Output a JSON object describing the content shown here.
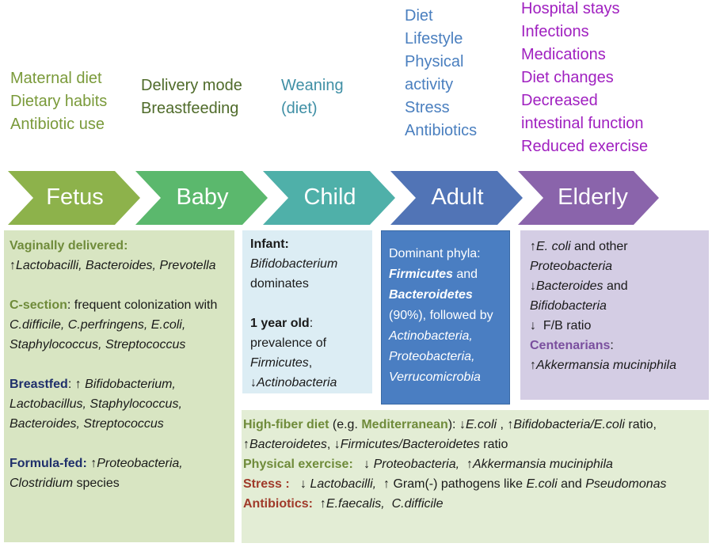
{
  "colors": {
    "fetus": "#8db24b",
    "baby": "#5bb86d",
    "child": "#4fb0a9",
    "adult": "#5174b6",
    "elderly": "#8a64ab",
    "fetus_text": "#7a9a3a",
    "baby_text": "#4f6b2a",
    "child_text": "#3f8fa5",
    "adult_text": "#4a7fbf",
    "elderly_text": "#a020c0"
  },
  "factors": {
    "fetus": "Maternal diet\nDietary habits\nAntibiotic use",
    "baby": "Delivery mode\nBreastfeeding",
    "child": "Weaning\n(diet)",
    "adult": "Diet\nLifestyle\nPhysical\nactivity\nStress\nAntibiotics",
    "elderly": "Hospital stays\nInfections\nMedications\nDiet changes\nDecreased\nintestinal function\nReduced exercise"
  },
  "stages": [
    "Fetus",
    "Baby",
    "Child",
    "Adult",
    "Elderly"
  ],
  "arrows": {
    "up": "↑",
    "down": "↓"
  },
  "fetus_box": {
    "vag_title": "Vaginally delivered:",
    "vag_list": "Lactobacilli, Bacteroides, Prevotella",
    "cs_title": "C-section",
    "cs_text": ": frequent colonization with ",
    "cs_list": "C.difficile, C.perfringens, E.coli, Staphylococcus, Streptococcus",
    "bf_title": "Breastfed",
    "bf_list": "Bifidobacterium, Lactobacillus, Staphylococcus, Bacteroides, Streptococcus",
    "ff_title": "Formula-fed:",
    "ff_list": "Proteobacteria, Clostridium",
    "ff_suffix": " species"
  },
  "child_box": {
    "infant_title": "Infant:",
    "infant_genus": "Bifidobacterium",
    "infant_text": "dominates",
    "year_title": "1 year old",
    "year_text": ": prevalence of",
    "firmicutes": "Firmicutes",
    "actino": "Actinobacteria"
  },
  "adult_box": {
    "intro": "Dominant phyla:",
    "firmicutes": "Firmicutes",
    "and": " and",
    "bacteroidetes": "Bacteroidetes",
    "pct": "(90%), followed by",
    "others": "Actinobacteria, Proteobacteria, Verrucomicrobia"
  },
  "elderly_box": {
    "ecoli": "E. coli",
    "and_other": " and other",
    "proteo": "Proteobacteria",
    "bacteroides": "Bacteroides",
    "and2": " and",
    "bifido": "Bifidobacteria",
    "fb": "F/B ratio",
    "cent_title": "Centenarians",
    "akk": "Akkermansia muciniphila"
  },
  "lifestyle_box": {
    "hf_title": "High-fiber diet",
    "hf_eg": " (e.g. ",
    "med": "Mediterranean",
    "hf_close": "): ",
    "ecoli": "E.coli",
    "comma": " , ",
    "bif_ecoli": "Bifidobacteria/E.coli",
    "ratio": "ratio, ",
    "bacteroidetes": "Bacteroidetes",
    "comma2": ", ",
    "fb": "Firmicutes/Bacteroidetes",
    "ratio2": " ratio",
    "pe_title": "Physical exercise:",
    "proteo": "Proteobacteria,",
    "akk": "Akkermansia muciniphila",
    "st_title": "Stress :",
    "lacto": "Lactobacilli,",
    "gram": " Gram(-) pathogens like ",
    "ecoli2": "E.coli",
    "and_pseudo": " and",
    "pseudo": "Pseudomonas",
    "ab_title": "Antibiotics:",
    "efaec": "E.faecalis,",
    "cdiff": "C.difficile"
  }
}
